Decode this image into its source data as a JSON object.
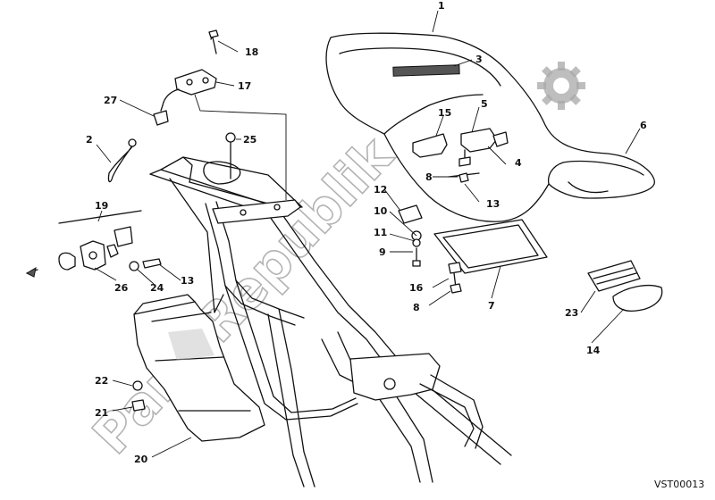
{
  "diagram": {
    "drawing_code": "VST00013",
    "watermark": "PartsRepublik",
    "callouts": [
      {
        "id": "c1",
        "label": "1"
      },
      {
        "id": "c2",
        "label": "2"
      },
      {
        "id": "c3",
        "label": "3"
      },
      {
        "id": "c4",
        "label": "4"
      },
      {
        "id": "c5",
        "label": "5"
      },
      {
        "id": "c6",
        "label": "6"
      },
      {
        "id": "c7",
        "label": "7"
      },
      {
        "id": "c8a",
        "label": "8"
      },
      {
        "id": "c8b",
        "label": "8"
      },
      {
        "id": "c9",
        "label": "9"
      },
      {
        "id": "c10",
        "label": "10"
      },
      {
        "id": "c11",
        "label": "11"
      },
      {
        "id": "c12",
        "label": "12"
      },
      {
        "id": "c13a",
        "label": "13"
      },
      {
        "id": "c13b",
        "label": "13"
      },
      {
        "id": "c14",
        "label": "14"
      },
      {
        "id": "c15",
        "label": "15"
      },
      {
        "id": "c16",
        "label": "16"
      },
      {
        "id": "c17",
        "label": "17"
      },
      {
        "id": "c18",
        "label": "18"
      },
      {
        "id": "c19",
        "label": "19"
      },
      {
        "id": "c20",
        "label": "20"
      },
      {
        "id": "c21",
        "label": "21"
      },
      {
        "id": "c22",
        "label": "22"
      },
      {
        "id": "c23",
        "label": "23"
      },
      {
        "id": "c24",
        "label": "24"
      },
      {
        "id": "c25",
        "label": "25"
      },
      {
        "id": "c26",
        "label": "26"
      },
      {
        "id": "c27",
        "label": "27"
      }
    ]
  }
}
